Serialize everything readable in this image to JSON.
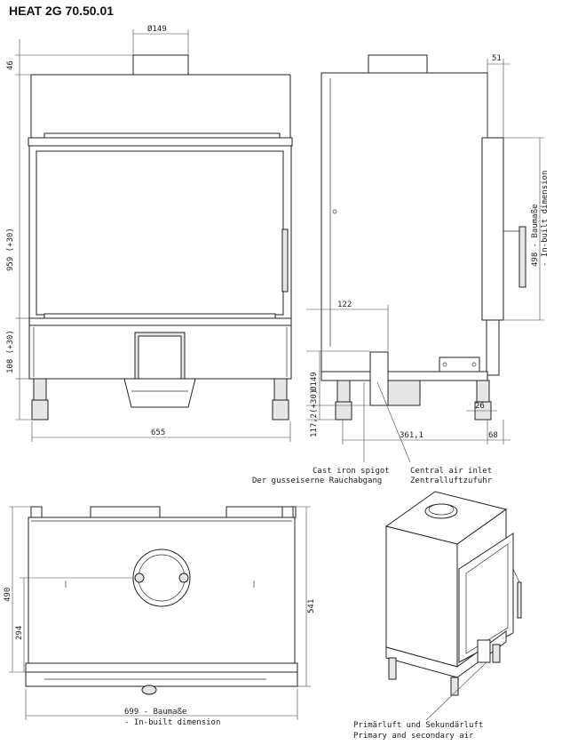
{
  "title": "HEAT 2G 70.50.01",
  "dims": {
    "flue_dia_front": "Ø149",
    "top_height": "46",
    "main_height": "959 (+30)",
    "base_height": "108 (+30)",
    "front_width": "655",
    "side_top": "51",
    "side_depth_mid": "122",
    "side_flue_dia": "Ø149",
    "side_bottom_height": "117,2(+30)",
    "side_build": "498 - Baumaße",
    "side_build_en": "- In-built dimension",
    "side_spigot": "361,1",
    "side_leg": "26",
    "side_right": "68",
    "top_depth": "490",
    "top_center": "294",
    "top_depth_right": "541",
    "top_width": "699 - Baumaße",
    "top_width_en": "- In-built dimension"
  },
  "labels": {
    "spigot_en": "Cast iron spigot",
    "spigot_de": "Der gusseiserne Rauchabgang",
    "air_en": "Central air inlet",
    "air_de": "Zentralluftzufuhr",
    "air2_de": "Primärluft und Sekundärluft",
    "air2_en": "Primary and secondary air"
  }
}
